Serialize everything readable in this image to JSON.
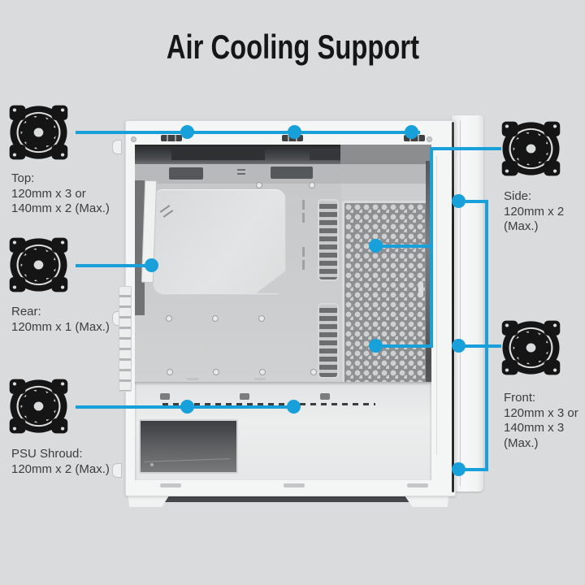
{
  "title": "Air Cooling Support",
  "accent_color": "#18A0DB",
  "product": "PC case side view diagram",
  "callouts": {
    "top": {
      "icon": "fan-icon",
      "mount_points": 3,
      "lines": [
        "Top:",
        "120mm x 3 or",
        "140mm x 2 (Max.)"
      ]
    },
    "rear": {
      "icon": "fan-icon",
      "mount_points": 1,
      "lines": [
        "Rear:",
        "120mm x 1 (Max.)"
      ]
    },
    "psu_shroud": {
      "icon": "fan-icon",
      "mount_points": 2,
      "lines": [
        "PSU Shroud:",
        "120mm x 2 (Max.)"
      ]
    },
    "side": {
      "icon": "fan-icon",
      "mount_points": 2,
      "lines": [
        "Side:",
        "120mm x 2",
        "(Max.)"
      ]
    },
    "front": {
      "icon": "fan-icon",
      "mount_points": 3,
      "lines": [
        "Front:",
        "120mm x 3 or",
        "140mm x 3",
        "(Max.)"
      ]
    }
  }
}
